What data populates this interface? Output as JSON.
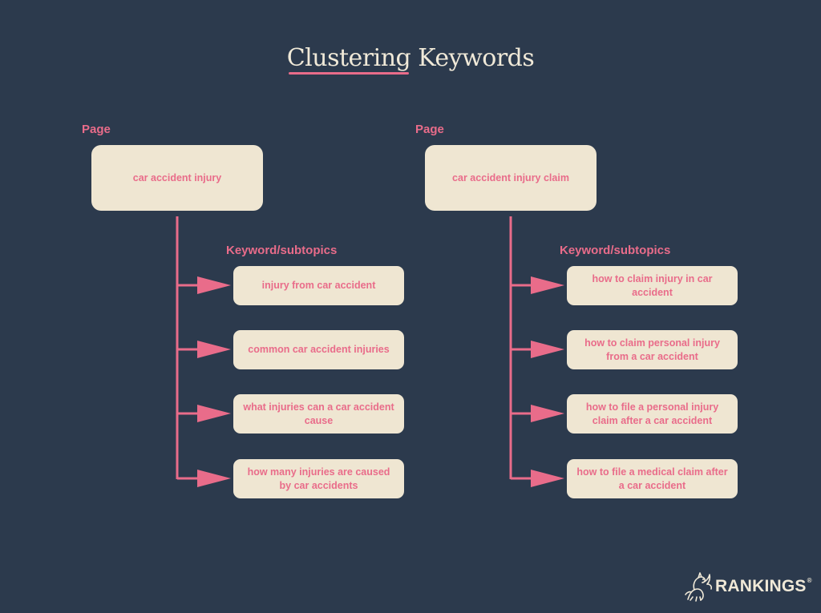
{
  "title": {
    "part1": "Clustering",
    "part2": " Keywords"
  },
  "clusters": [
    {
      "page_label": "Page",
      "page": "car accident injury",
      "subtopics_label": "Keyword/subtopics",
      "subtopics": [
        "injury from car accident",
        "common car accident injuries",
        "what injuries can a car accident cause",
        "how many injuries are caused by car accidents"
      ]
    },
    {
      "page_label": "Page",
      "page": "car accident injury claim",
      "subtopics_label": "Keyword/subtopics",
      "subtopics": [
        "how to claim injury in car accident",
        "how to claim personal injury from a car accident",
        "how to file a personal injury claim after a car accident",
        "how to file a medical claim after a car accident"
      ]
    }
  ],
  "brand": {
    "name": "RANKINGS",
    "reg": "®",
    "icon": "griffin-logo-icon"
  },
  "colors": {
    "background": "#2c3a4d",
    "accent": "#e96c8a",
    "box": "#efe6d2",
    "title": "#f0e9d8"
  }
}
